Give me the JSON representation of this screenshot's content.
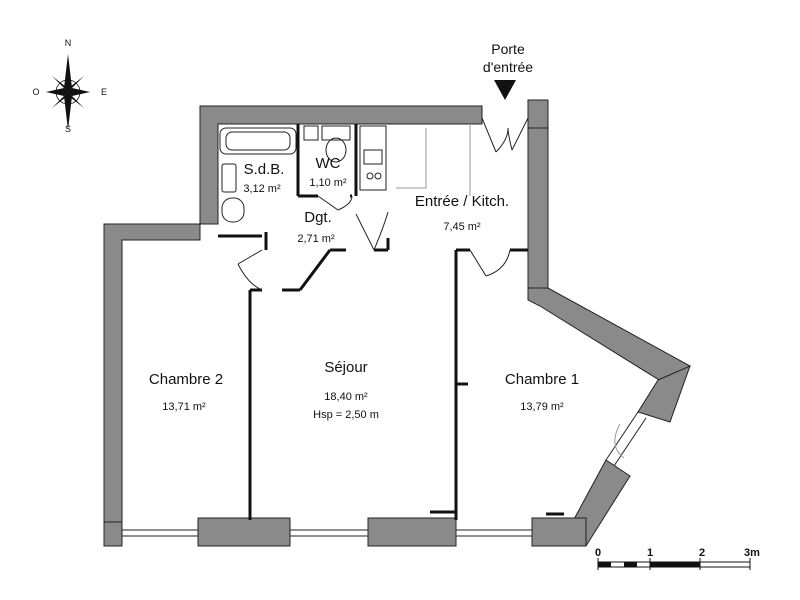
{
  "compass": {
    "n": "N",
    "s": "S",
    "e": "E",
    "w": "O"
  },
  "entrance": {
    "line1": "Porte",
    "line2": "d'entrée"
  },
  "rooms": {
    "sdb": {
      "name": "S.d.B.",
      "area": "3,12 m²"
    },
    "wc": {
      "name": "WC",
      "area": "1,10 m²"
    },
    "dgt": {
      "name": "Dgt.",
      "area": "2,71 m²"
    },
    "entree": {
      "name": "Entrée / Kitch.",
      "area": "7,45 m²"
    },
    "chambre2": {
      "name": "Chambre 2",
      "area": "13,71 m²"
    },
    "sejour": {
      "name": "Séjour",
      "area": "18,40 m²",
      "height": "Hsp = 2,50 m"
    },
    "chambre1": {
      "name": "Chambre 1",
      "area": "13,79 m²"
    }
  },
  "scale": {
    "t0": "0",
    "t1": "1",
    "t2": "2",
    "t3": "3m"
  }
}
